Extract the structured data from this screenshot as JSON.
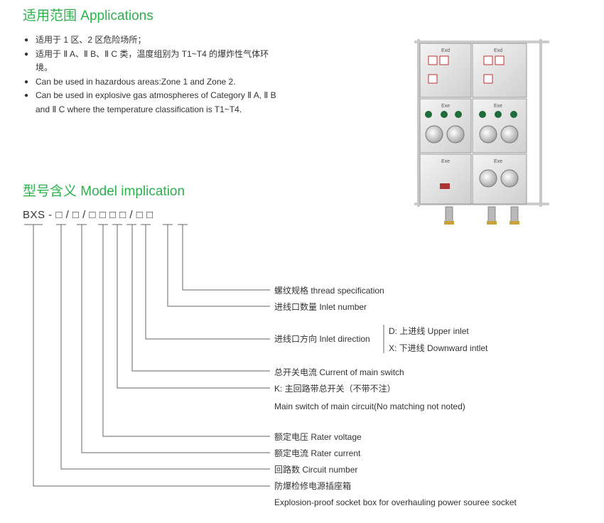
{
  "applications": {
    "heading": "适用范围 Applications",
    "items": [
      "适用于 1 区、2 区危险场所；",
      "适用于 Ⅱ A、Ⅱ B、Ⅱ C 类，温度组别为 T1~T4 的爆炸性气体环境。",
      "Can be used in hazardous areas:Zone 1 and Zone 2.",
      "Can be used in explosive gas atmospheres of Category Ⅱ A, Ⅱ B and Ⅱ C where the temperature classification is T1~T4."
    ]
  },
  "model": {
    "heading": "型号含义 Model implication",
    "code": "BXS - □ / □ / □ □ □ □ / □ □",
    "labels": {
      "thread": "螺纹规格 thread specification",
      "inlet_number": "进线口数量 Inlet number",
      "inlet_direction": "进线口方向 Inlet direction",
      "upper_inlet": "D: 上进线 Upper inlet",
      "downward_inlet": "X: 下进线 Downward intlet",
      "main_switch_current": "总开关电流 Current of main switch",
      "main_switch_k": "K: 主回路带总开关（不带不注）",
      "main_switch_en": "Main switch of main circuit(No matching not noted)",
      "rated_voltage": "额定电压 Rater voltage",
      "rated_current": "额定电流 Rater current",
      "circuit_number": "回路数 Circuit number",
      "box_cn": "防爆检修电源插座箱",
      "box_en": "Explosion-proof socket box for overhauling power souree socket"
    }
  },
  "device_marks": {
    "top_left": "Exd",
    "top_right": "Exd",
    "middle_left": "Exe",
    "middle_right": "Exe",
    "bottom_left": "Exe",
    "bottom_right": "Exe"
  },
  "colors": {
    "heading": "#2bb24c",
    "text": "#333333",
    "line": "#666666"
  }
}
